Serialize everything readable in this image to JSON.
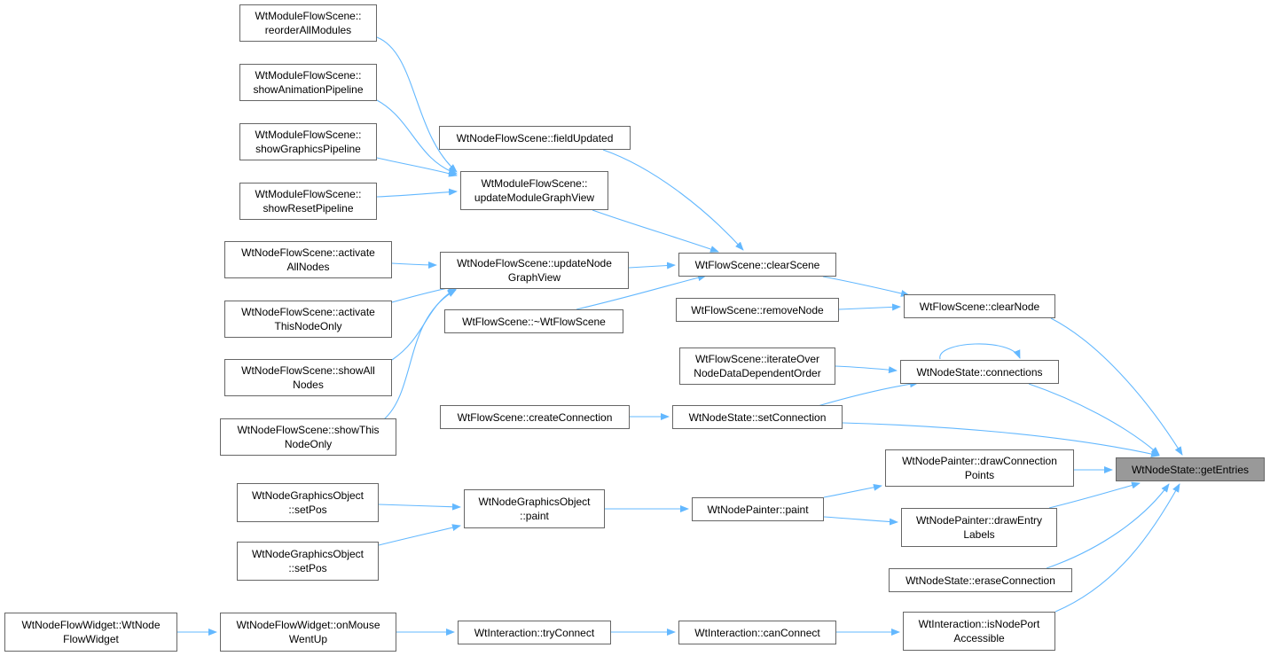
{
  "graph": {
    "edge_color": "#63b8ff",
    "node_border_color": "#666666",
    "root_fill_color": "#999999",
    "nodes": {
      "getEntries": [
        "WtNodeState::getEntries"
      ],
      "reorderAllModules": [
        "WtModuleFlowScene::",
        "reorderAllModules"
      ],
      "showAnimationPipeline": [
        "WtModuleFlowScene::",
        "showAnimationPipeline"
      ],
      "showGraphicsPipeline": [
        "WtModuleFlowScene::",
        "showGraphicsPipeline"
      ],
      "showResetPipeline": [
        "WtModuleFlowScene::",
        "showResetPipeline"
      ],
      "activateAllNodes": [
        "WtNodeFlowScene::activate",
        "AllNodes"
      ],
      "activateThisNodeOnly": [
        "WtNodeFlowScene::activate",
        "ThisNodeOnly"
      ],
      "showAllNodes": [
        "WtNodeFlowScene::showAll",
        "Nodes"
      ],
      "showThisNodeOnly": [
        "WtNodeFlowScene::showThis",
        "NodeOnly"
      ],
      "fieldUpdated": [
        "WtNodeFlowScene::fieldUpdated"
      ],
      "updateModuleGraphView": [
        "WtModuleFlowScene::",
        "updateModuleGraphView"
      ],
      "updateNodeGraphView": [
        "WtNodeFlowScene::updateNode",
        "GraphView"
      ],
      "destructor": [
        "WtFlowScene::~WtFlowScene"
      ],
      "clearScene": [
        "WtFlowScene::clearScene"
      ],
      "removeNode": [
        "WtFlowScene::removeNode"
      ],
      "clearNode": [
        "WtFlowScene::clearNode"
      ],
      "iterateOver": [
        "WtFlowScene::iterateOver",
        "NodeDataDependentOrder"
      ],
      "connections": [
        "WtNodeState::connections"
      ],
      "createConnection": [
        "WtFlowScene::createConnection"
      ],
      "setConnection": [
        "WtNodeState::setConnection"
      ],
      "setPos1": [
        "WtNodeGraphicsObject",
        "::setPos"
      ],
      "setPos2": [
        "WtNodeGraphicsObject",
        "::setPos"
      ],
      "goPaint": [
        "WtNodeGraphicsObject",
        "::paint"
      ],
      "painterPaint": [
        "WtNodePainter::paint"
      ],
      "drawConnectionPoints": [
        "WtNodePainter::drawConnection",
        "Points"
      ],
      "drawEntryLabels": [
        "WtNodePainter::drawEntry",
        "Labels"
      ],
      "eraseConnection": [
        "WtNodeState::eraseConnection"
      ],
      "flowWidget": [
        "WtNodeFlowWidget::WtNode",
        "FlowWidget"
      ],
      "onMouseWentUp": [
        "WtNodeFlowWidget::onMouse",
        "WentUp"
      ],
      "tryConnect": [
        "WtInteraction::tryConnect"
      ],
      "canConnect": [
        "WtInteraction::canConnect"
      ],
      "isNodePortAccessible": [
        "WtInteraction::isNodePort",
        "Accessible"
      ]
    },
    "edges": [
      [
        "reorderAllModules",
        "updateModuleGraphView"
      ],
      [
        "showAnimationPipeline",
        "updateModuleGraphView"
      ],
      [
        "showGraphicsPipeline",
        "updateModuleGraphView"
      ],
      [
        "showResetPipeline",
        "updateModuleGraphView"
      ],
      [
        "activateAllNodes",
        "updateNodeGraphView"
      ],
      [
        "activateThisNodeOnly",
        "updateNodeGraphView"
      ],
      [
        "showAllNodes",
        "updateNodeGraphView"
      ],
      [
        "showThisNodeOnly",
        "updateNodeGraphView"
      ],
      [
        "fieldUpdated",
        "clearScene"
      ],
      [
        "updateModuleGraphView",
        "clearScene"
      ],
      [
        "updateNodeGraphView",
        "clearScene"
      ],
      [
        "destructor",
        "clearScene"
      ],
      [
        "clearScene",
        "clearNode"
      ],
      [
        "removeNode",
        "clearNode"
      ],
      [
        "clearNode",
        "getEntries"
      ],
      [
        "connections",
        "connections"
      ],
      [
        "iterateOver",
        "connections"
      ],
      [
        "setConnection",
        "connections"
      ],
      [
        "connections",
        "getEntries"
      ],
      [
        "createConnection",
        "setConnection"
      ],
      [
        "setConnection",
        "getEntries"
      ],
      [
        "setPos1",
        "goPaint"
      ],
      [
        "setPos2",
        "goPaint"
      ],
      [
        "goPaint",
        "painterPaint"
      ],
      [
        "painterPaint",
        "drawConnectionPoints"
      ],
      [
        "painterPaint",
        "drawEntryLabels"
      ],
      [
        "drawConnectionPoints",
        "getEntries"
      ],
      [
        "drawEntryLabels",
        "getEntries"
      ],
      [
        "eraseConnection",
        "getEntries"
      ],
      [
        "flowWidget",
        "onMouseWentUp"
      ],
      [
        "onMouseWentUp",
        "tryConnect"
      ],
      [
        "tryConnect",
        "canConnect"
      ],
      [
        "canConnect",
        "isNodePortAccessible"
      ],
      [
        "isNodePortAccessible",
        "getEntries"
      ]
    ]
  }
}
